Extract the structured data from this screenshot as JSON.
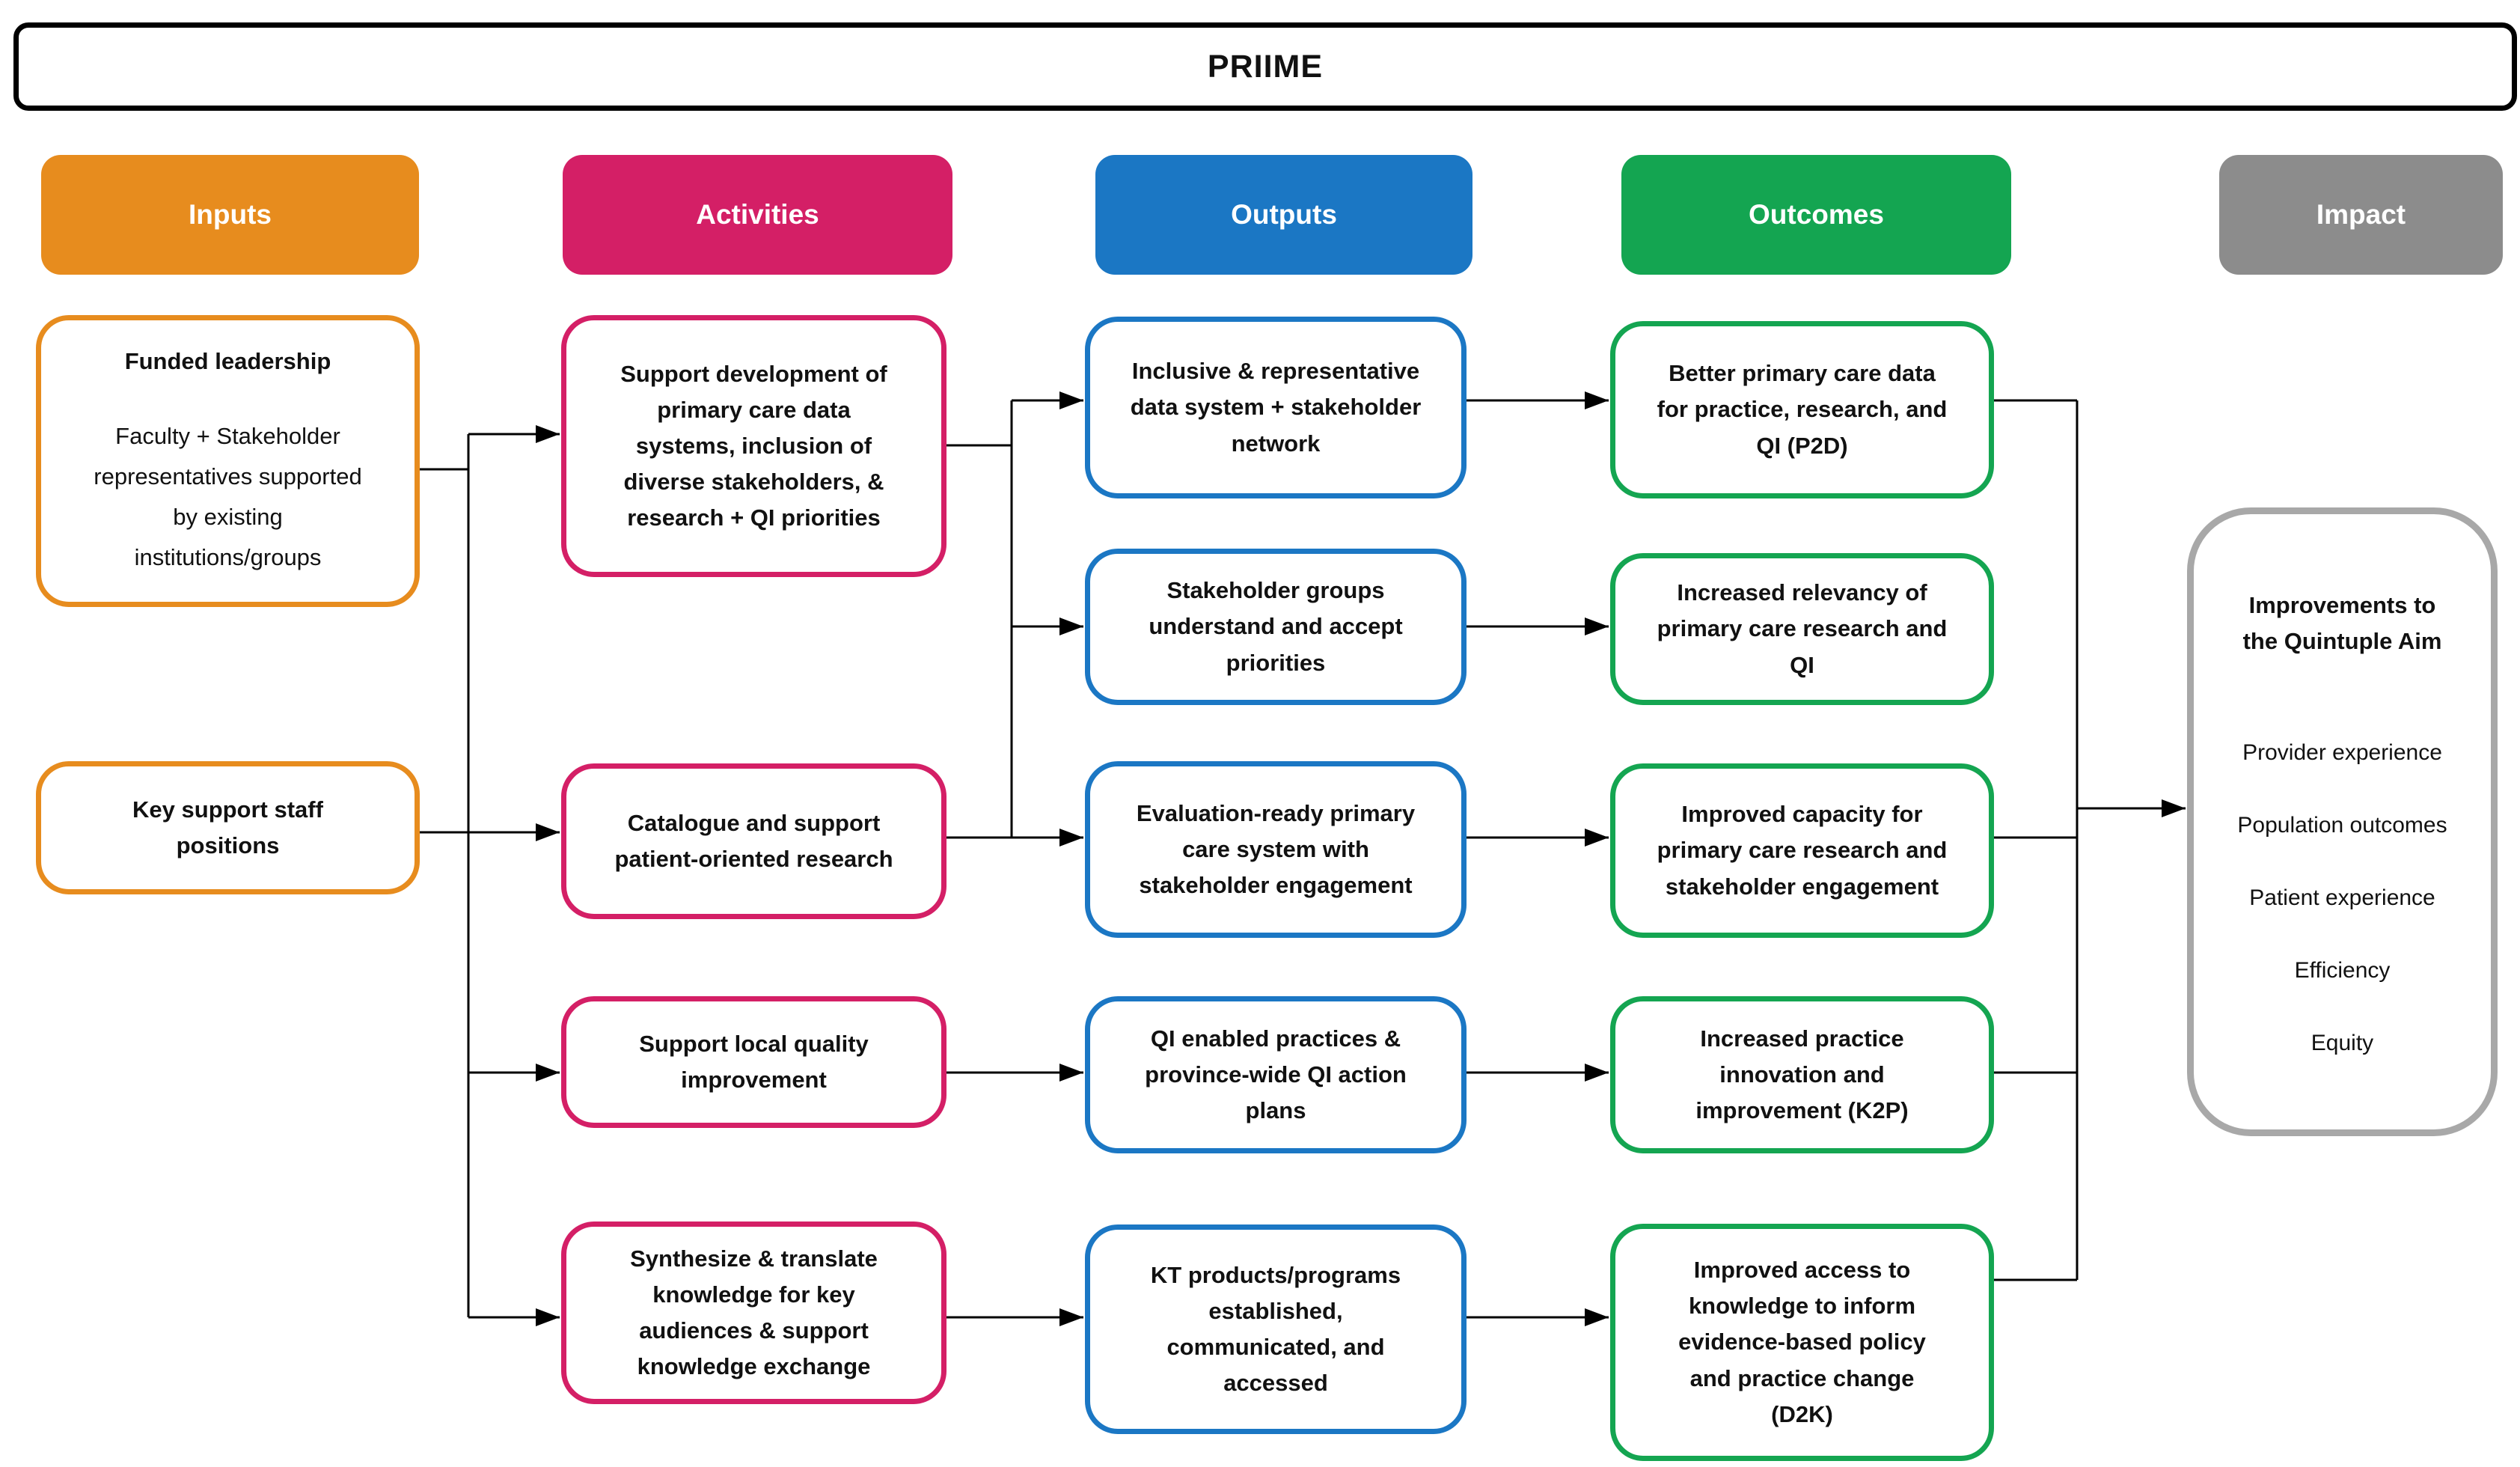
{
  "title": "PRIIME",
  "columns": [
    {
      "id": "inputs",
      "label": "Inputs",
      "color": "#E78C1E"
    },
    {
      "id": "activities",
      "label": "Activities",
      "color": "#D41F66"
    },
    {
      "id": "outputs",
      "label": "Outputs",
      "color": "#1B77C4"
    },
    {
      "id": "outcomes",
      "label": "Outcomes",
      "color": "#14A551"
    },
    {
      "id": "impact",
      "label": "Impact",
      "color": "#8C8C8C"
    }
  ],
  "inputs": [
    {
      "heading": "Funded leadership",
      "body": "Faculty + Stakeholder\nrepresentatives supported\nby existing\ninstitutions/groups"
    },
    {
      "heading": "Key support staff\npositions"
    }
  ],
  "activities": [
    {
      "text": "Support development of\nprimary care data\nsystems, inclusion of\ndiverse stakeholders, &\nresearch + QI priorities"
    },
    {
      "text": "Catalogue and support\npatient-oriented research"
    },
    {
      "text": "Support local quality\nimprovement"
    },
    {
      "text": "Synthesize & translate\nknowledge for key\naudiences & support\nknowledge exchange"
    }
  ],
  "outputs": [
    {
      "text": "Inclusive & representative\ndata system + stakeholder\nnetwork"
    },
    {
      "text": "Stakeholder groups\nunderstand and accept\npriorities"
    },
    {
      "text": "Evaluation-ready primary\ncare system with\nstakeholder engagement"
    },
    {
      "text": "QI enabled practices &\nprovince-wide QI action\nplans"
    },
    {
      "text": "KT products/programs\nestablished,\ncommunicated, and\naccessed"
    }
  ],
  "outcomes": [
    {
      "text": "Better primary care data\nfor practice, research, and\nQI (P2D)"
    },
    {
      "text": "Increased relevancy of\nprimary care research and\nQI"
    },
    {
      "text": "Improved capacity for\nprimary care research and\nstakeholder engagement"
    },
    {
      "text": "Increased practice\ninnovation and\nimprovement (K2P)"
    },
    {
      "text": "Improved access to\nknowledge to inform\nevidence-based policy\nand practice change\n(D2K)"
    }
  ],
  "impact": {
    "heading": "Improvements to\nthe Quintuple Aim",
    "items": [
      "Provider experience",
      "Population outcomes",
      "Patient experience",
      "Efficiency",
      "Equity"
    ],
    "border_color": "#A8A8A8"
  },
  "line_color": "#000000"
}
